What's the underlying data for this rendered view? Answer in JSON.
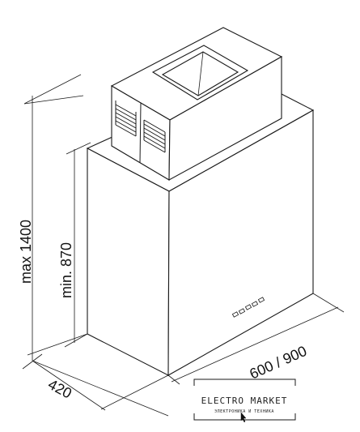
{
  "dimensions": {
    "max_height": "max 1400",
    "min_height": "min. 870",
    "depth": "420",
    "width": "600 / 900"
  },
  "logo": {
    "title": "ELECTRO MARKET",
    "subtitle": "ЭЛЕКТРОНИКА И ТЕХНИКА"
  }
}
